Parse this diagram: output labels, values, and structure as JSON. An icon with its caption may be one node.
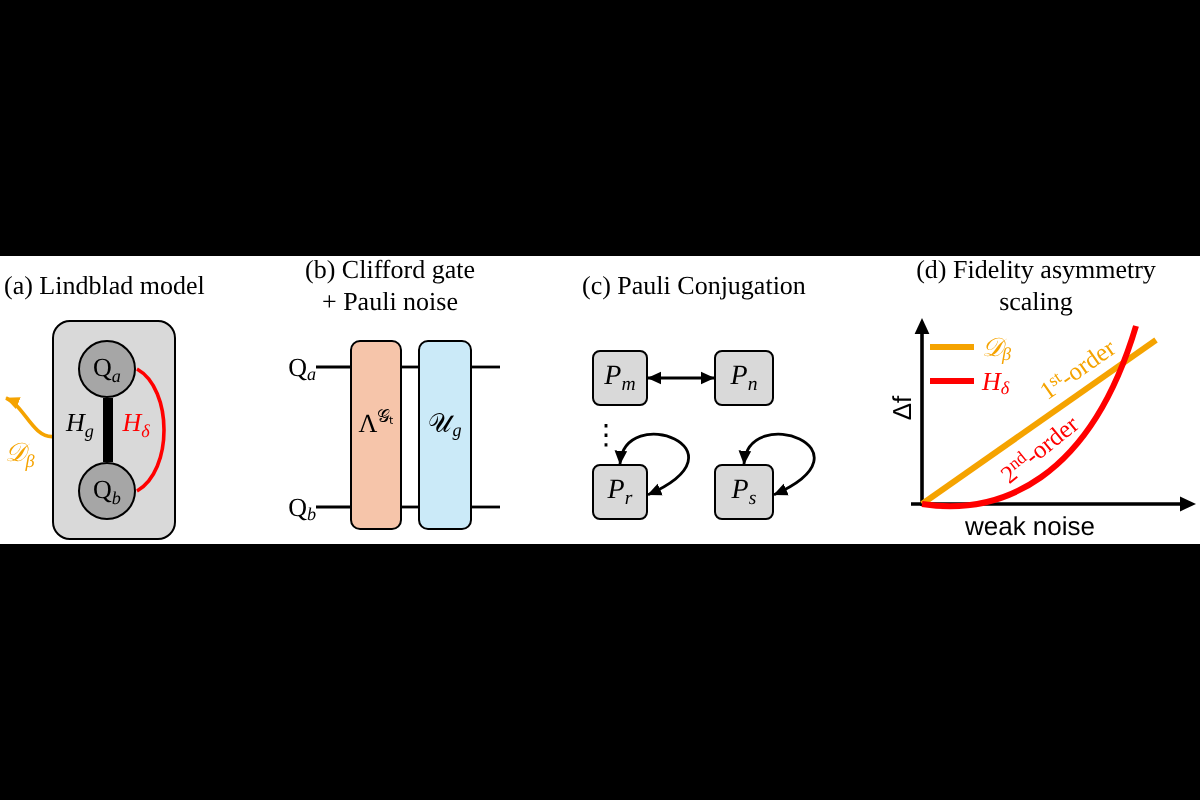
{
  "diagram": {
    "nodes": [
      {
        "text": [],
        "shape": "box"
      },
      {
        "text": [
          "Q$_{a}$"
        ],
        "in": 0
      },
      {
        "text": [
          "Q$_{b}$"
        ],
        "in": 0
      },
      {
        "text": [
          "Q$_{a}$"
        ]
      },
      {
        "text": [
          "Q$_{b}$"
        ]
      },
      {
        "text": [
          "Λ$^{𝒢ₜ}$"
        ]
      },
      {
        "text": [
          "𝒰$_{g}$"
        ]
      },
      {
        "text": [
          "P$_{m}$"
        ]
      },
      {
        "text": [
          "P$_{n}$"
        ]
      },
      {
        "text": [
          "P$_{r}$"
        ]
      },
      {
        "text": [
          "P$_{s}$"
        ]
      }
    ],
    "edges": [
      {
        "from": 1,
        "to": 2,
        "arrow": "none",
        "label": "H$_{g}$",
        "style": "thick"
      },
      {
        "from": 1,
        "to": 2,
        "arrow": "none",
        "label": "H$_{δ}$",
        "color": "#ff0000"
      },
      {
        "from": 0,
        "to": null,
        "arrow": "to",
        "label": "𝒟$_{β}$",
        "color": "#f5a300"
      },
      {
        "from": 3,
        "to": 5,
        "arrow": "none"
      },
      {
        "from": 5,
        "to": 6,
        "arrow": "none"
      },
      {
        "from": 6,
        "to": null,
        "arrow": "none"
      },
      {
        "from": 4,
        "to": 5,
        "arrow": "none"
      },
      {
        "from": 5,
        "to": 6,
        "arrow": "none"
      },
      {
        "from": 6,
        "to": null,
        "arrow": "none"
      },
      {
        "from": 7,
        "to": 8,
        "arrow": "both"
      },
      {
        "from": 9,
        "to": 9,
        "arrow": "both"
      },
      {
        "from": 10,
        "to": 10,
        "arrow": "both"
      }
    ],
    "labels": [
      "(a) Lindblad model",
      "(b) Clifford gate + Pauli noise",
      "(c) Pauli Conjugation",
      "(d) Fidelity asymmetry scaling",
      "⋮",
      "Δf",
      "1$^{st}$-order",
      "2$^{nd}$-order",
      "weak noise"
    ],
    "legend": [
      {
        "text": "𝒟$_{β}$"
      },
      {
        "text": "H$_{δ}$"
      }
    ]
  }
}
